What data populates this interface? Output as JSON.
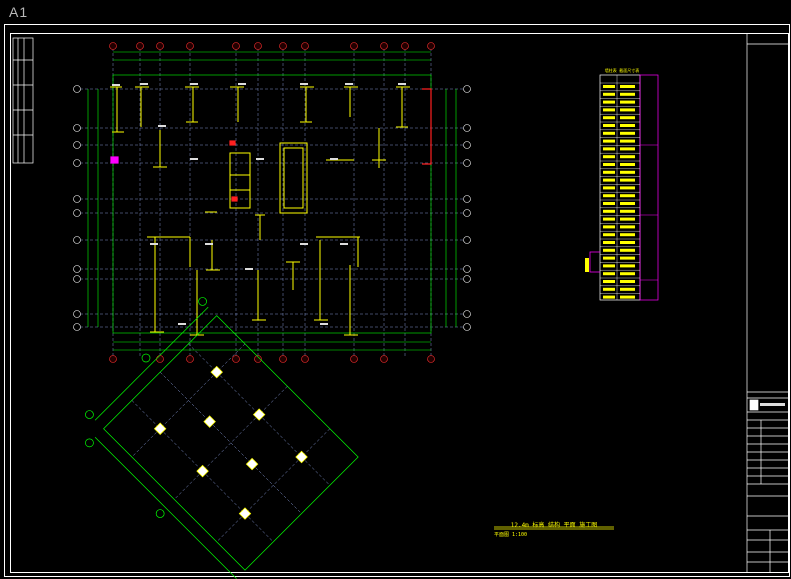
{
  "sheet": {
    "size_label": "A1"
  },
  "plan": {
    "title": "12.4m 标高 结构 平面 施工图",
    "scale": "平面图 1:100",
    "table_heading": "墙柱表 截面尺寸表"
  },
  "colors": {
    "background": "#000000",
    "frame": "#ffffff",
    "axis": "#00ff00",
    "walls": "#ffff00",
    "callout": "#ff00ff",
    "accent": "#ff0000",
    "grid_line": "#9fb6ff"
  }
}
